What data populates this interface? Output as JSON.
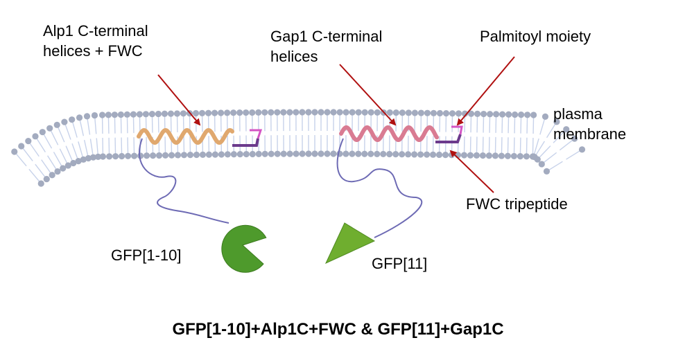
{
  "labels": {
    "alp1_line1": "Alp1 C-terminal",
    "alp1_line2": "helices + FWC",
    "gap1_line1": "Gap1 C-terminal",
    "gap1_line2": "helices",
    "palmitoyl": "Palmitoyl moiety",
    "membrane_line1": "plasma",
    "membrane_line2": "membrane",
    "fwc": "FWC tripeptide",
    "gfp_1_10": "GFP[1-10]",
    "gfp_11": "GFP[11]"
  },
  "caption": "GFP[1-10]+Alp1C+FWC & GFP[11]+Gap1C",
  "colors": {
    "lipid_head": "#a3abbf",
    "lipid_tail": "#c7d2ea",
    "alp1_helix": "#e0a86e",
    "gap1_helix": "#d97b92",
    "fwc_linker": "#6b3a8c",
    "palmitoyl": "#d455c4",
    "tether": "#6d6ab4",
    "gfp_1_10": "#4e9a2c",
    "gfp_11": "#6fae2f",
    "arrow": "#b01010"
  }
}
